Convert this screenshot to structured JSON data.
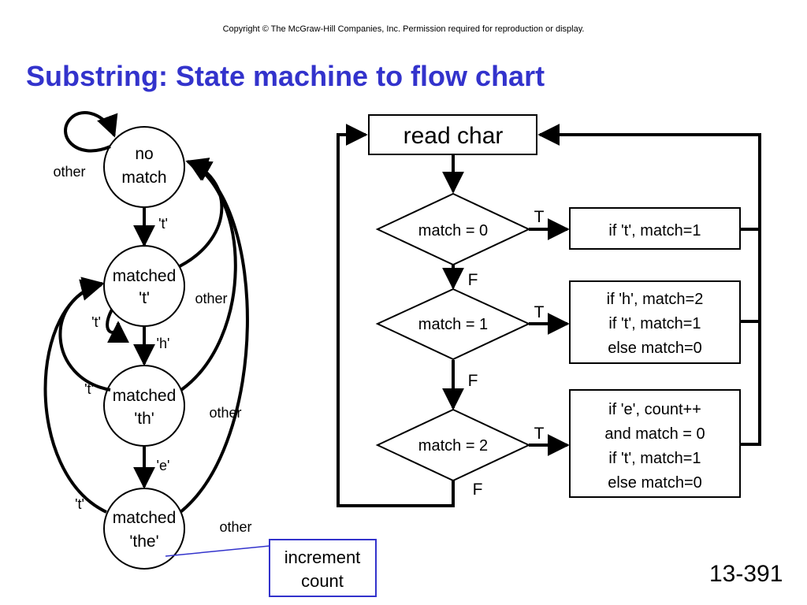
{
  "header": {
    "copyright": "Copyright © The McGraw-Hill Companies, Inc.  Permission required for reproduction or display.",
    "title": "Substring: State machine to flow chart"
  },
  "state_machine": {
    "states": [
      {
        "line1": "no",
        "line2": "match"
      },
      {
        "line1": "matched",
        "line2": "'t'"
      },
      {
        "line1": "matched",
        "line2": "'th'"
      },
      {
        "line1": "matched",
        "line2": "'the'"
      }
    ],
    "labels": {
      "self_loop_other": "other",
      "t_0_to_1": "'t'",
      "h_1_to_2": "'h'",
      "e_2_to_3": "'e'",
      "t_self_1": "'t'",
      "t_2_to_1": "'t'",
      "t_3_to_1": "'t'",
      "other_1": "other",
      "other_2": "other",
      "other_3": "other"
    },
    "callout": {
      "line1": "increment",
      "line2": "count"
    }
  },
  "flow_chart": {
    "read_char": "read char",
    "decisions": [
      "match = 0",
      "match = 1",
      "match = 2"
    ],
    "true_label": "T",
    "false_label": "F",
    "actions": [
      [
        "if 't', match=1"
      ],
      [
        "if 'h', match=2",
        "if 't', match=1",
        "else match=0"
      ],
      [
        "if 'e', count++",
        "and match = 0",
        "if 't', match=1",
        "else match=0"
      ]
    ]
  },
  "footer": {
    "slide_number": "13-391"
  },
  "colors": {
    "title": "#3333cc",
    "stroke": "#000000",
    "callout_border": "#3333cc"
  }
}
